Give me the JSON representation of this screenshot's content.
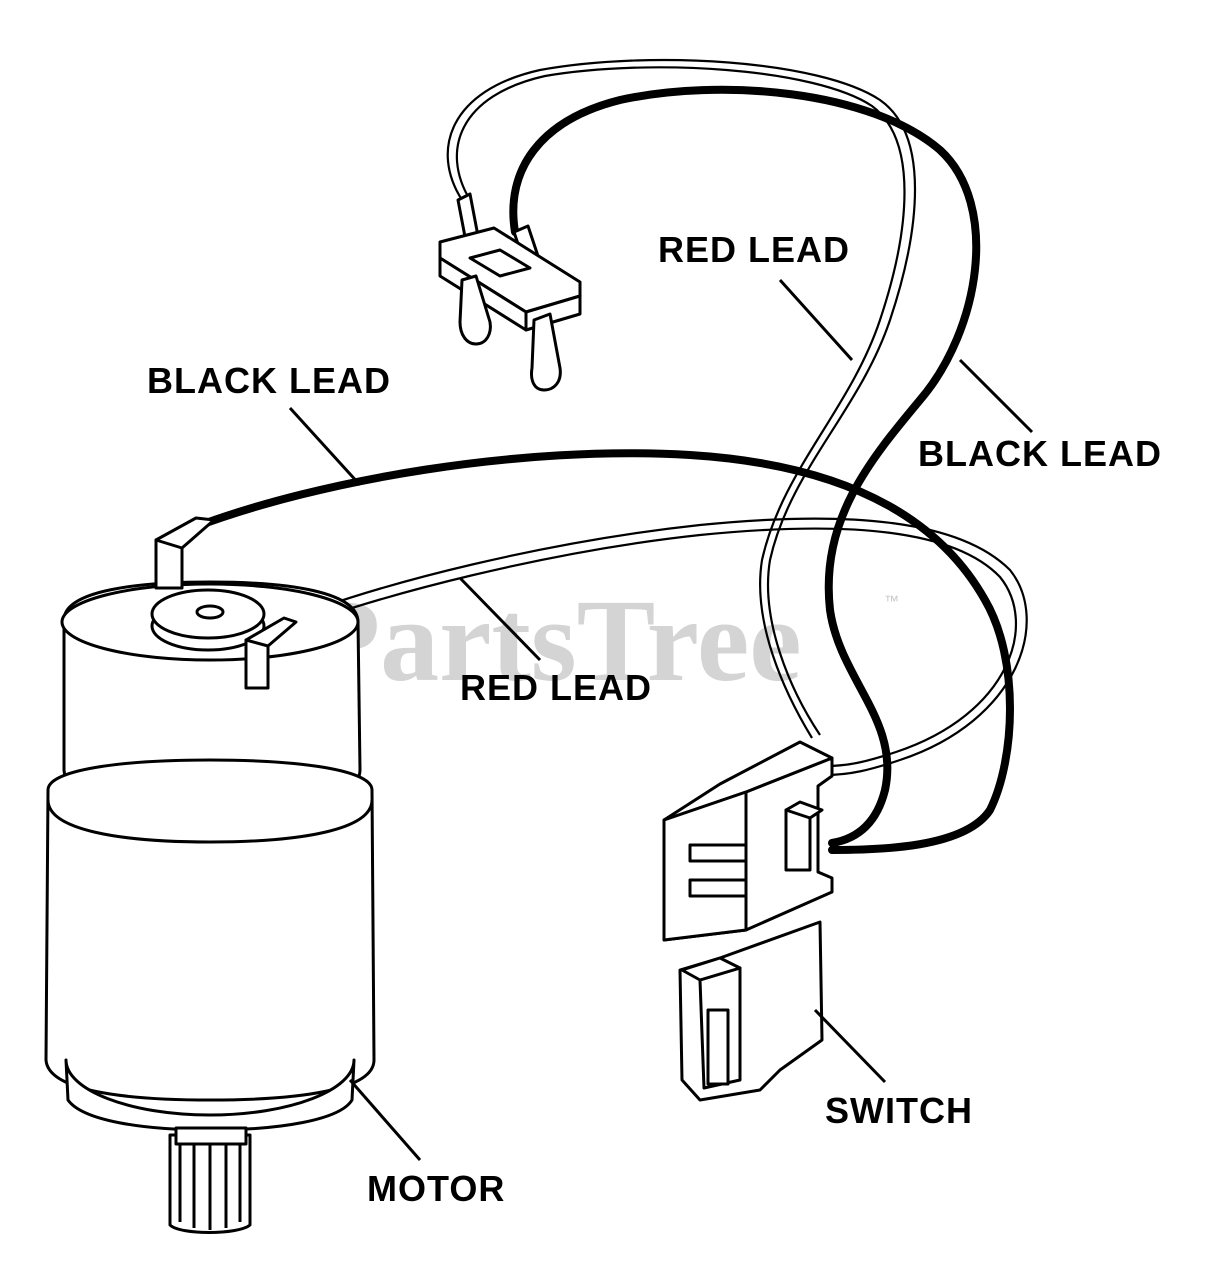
{
  "diagram": {
    "watermark": "PartsTree",
    "watermark_mark": "™",
    "labels": {
      "red_lead_top": "RED LEAD",
      "black_lead_left": "BLACK LEAD",
      "black_lead_right": "BLACK LEAD",
      "red_lead_mid": "RED LEAD",
      "switch": "SWITCH",
      "motor": "MOTOR"
    },
    "colors": {
      "line": "#000000",
      "background": "#ffffff",
      "watermark": "#d4d4d4"
    }
  }
}
